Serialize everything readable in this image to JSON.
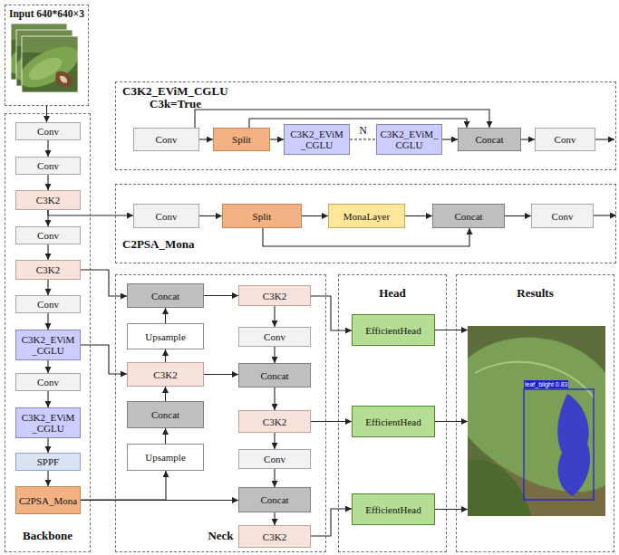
{
  "diagram": {
    "nodes": [
      {
        "text": [
          "Input 640*640×3"
        ]
      },
      {
        "text": [
          "Backbone"
        ]
      },
      {
        "text": [
          "Conv"
        ],
        "in": 1
      },
      {
        "text": [
          "Conv"
        ],
        "in": 1
      },
      {
        "text": [
          "C3K2"
        ],
        "in": 1
      },
      {
        "text": [
          "Conv"
        ],
        "in": 1
      },
      {
        "text": [
          "C3K2"
        ],
        "in": 1
      },
      {
        "text": [
          "Conv"
        ],
        "in": 1
      },
      {
        "text": [
          "C3K2_EViM _CGLU"
        ],
        "in": 1
      },
      {
        "text": [
          "Conv"
        ],
        "in": 1
      },
      {
        "text": [
          "C3K2_EViM _CGLU"
        ],
        "in": 1
      },
      {
        "text": [
          "SPPF"
        ],
        "in": 1
      },
      {
        "text": [
          "C2PSA_Mona"
        ],
        "in": 1
      },
      {
        "text": [
          "C3K2_EViM_CGLU",
          "C3k=True"
        ]
      },
      {
        "text": [
          "Conv"
        ],
        "in": 13
      },
      {
        "text": [
          "Split"
        ],
        "in": 13
      },
      {
        "text": [
          "C3K2_EViM _CGLU"
        ],
        "in": 13
      },
      {
        "text": [
          "C3K2_EViM_ CGLU"
        ],
        "in": 13
      },
      {
        "text": [
          "Concat"
        ],
        "in": 13
      },
      {
        "text": [
          "Conv"
        ],
        "in": 13
      },
      {
        "text": [
          "C2PSA_Mona"
        ]
      },
      {
        "text": [
          "Conv"
        ],
        "in": 20
      },
      {
        "text": [
          "Split"
        ],
        "in": 20
      },
      {
        "text": [
          "MonaLayer"
        ],
        "in": 20
      },
      {
        "text": [
          "Concat"
        ],
        "in": 20
      },
      {
        "text": [
          "Conv"
        ],
        "in": 20
      },
      {
        "text": [
          "Neck"
        ]
      },
      {
        "text": [
          "Concat"
        ],
        "in": 26
      },
      {
        "text": [
          "Upsample"
        ],
        "in": 26
      },
      {
        "text": [
          "C3K2"
        ],
        "in": 26
      },
      {
        "text": [
          "Concat"
        ],
        "in": 26
      },
      {
        "text": [
          "Upsample"
        ],
        "in": 26
      },
      {
        "text": [
          "C3K2"
        ],
        "in": 26
      },
      {
        "text": [
          "Conv"
        ],
        "in": 26
      },
      {
        "text": [
          "Concat"
        ],
        "in": 26
      },
      {
        "text": [
          "C3K2"
        ],
        "in": 26
      },
      {
        "text": [
          "Conv"
        ],
        "in": 26
      },
      {
        "text": [
          "Concat"
        ],
        "in": 26
      },
      {
        "text": [
          "C3K2"
        ],
        "in": 26
      },
      {
        "text": [
          "Head"
        ]
      },
      {
        "text": [
          "EfficientHead"
        ],
        "in": 39
      },
      {
        "text": [
          "EfficientHead"
        ],
        "in": 39
      },
      {
        "text": [
          "EfficientHead"
        ],
        "in": 39
      },
      {
        "text": [
          "Results"
        ]
      },
      {
        "text": [
          "leaf_blight 0.83"
        ],
        "in": 43
      }
    ],
    "edges": [
      {
        "from": 0,
        "to": 2,
        "arrow": "to"
      },
      {
        "from": 2,
        "to": 3,
        "arrow": "to"
      },
      {
        "from": 3,
        "to": 4,
        "arrow": "to"
      },
      {
        "from": 4,
        "to": 5,
        "arrow": "to"
      },
      {
        "from": 5,
        "to": 6,
        "arrow": "to"
      },
      {
        "from": 6,
        "to": 7,
        "arrow": "to"
      },
      {
        "from": 7,
        "to": 8,
        "arrow": "to"
      },
      {
        "from": 8,
        "to": 9,
        "arrow": "to"
      },
      {
        "from": 9,
        "to": 10,
        "arrow": "to"
      },
      {
        "from": 10,
        "to": 11,
        "arrow": "to"
      },
      {
        "from": 11,
        "to": 12,
        "arrow": "to"
      },
      {
        "from": 4,
        "to": 21,
        "arrow": "to"
      },
      {
        "from": 6,
        "to": 27,
        "arrow": "to"
      },
      {
        "from": 8,
        "to": 29,
        "arrow": "to"
      },
      {
        "from": 12,
        "to": 31,
        "arrow": "to"
      },
      {
        "from": 12,
        "to": 37,
        "arrow": "to"
      },
      {
        "from": 31,
        "to": 30,
        "arrow": "to"
      },
      {
        "from": 30,
        "to": 29,
        "arrow": "to"
      },
      {
        "from": 29,
        "to": 28,
        "arrow": "to"
      },
      {
        "from": 28,
        "to": 27,
        "arrow": "to"
      },
      {
        "from": 29,
        "to": 34,
        "arrow": "to"
      },
      {
        "from": 27,
        "to": 32,
        "arrow": "to"
      },
      {
        "from": 32,
        "to": 33,
        "arrow": "to"
      },
      {
        "from": 33,
        "to": 34,
        "arrow": "to"
      },
      {
        "from": 34,
        "to": 35,
        "arrow": "to"
      },
      {
        "from": 35,
        "to": 36,
        "arrow": "to"
      },
      {
        "from": 36,
        "to": 37,
        "arrow": "to"
      },
      {
        "from": 37,
        "to": 38,
        "arrow": "to"
      },
      {
        "from": 32,
        "to": 40,
        "arrow": "to"
      },
      {
        "from": 35,
        "to": 41,
        "arrow": "to"
      },
      {
        "from": 38,
        "to": 42,
        "arrow": "to"
      },
      {
        "from": 40,
        "to": 44,
        "arrow": "to"
      },
      {
        "from": 41,
        "to": 44,
        "arrow": "to"
      },
      {
        "from": 42,
        "to": 44,
        "arrow": "to"
      },
      {
        "from": 14,
        "to": 15,
        "arrow": "to"
      },
      {
        "from": 15,
        "to": 16,
        "arrow": "to"
      },
      {
        "from": 16,
        "to": 17,
        "label": "N",
        "arrow": "none"
      },
      {
        "from": 17,
        "to": 18,
        "arrow": "to"
      },
      {
        "from": 18,
        "to": 19,
        "arrow": "to"
      },
      {
        "from": 14,
        "to": 18,
        "arrow": "to"
      },
      {
        "from": 15,
        "to": 18,
        "arrow": "to"
      },
      {
        "from": 21,
        "to": 22,
        "arrow": "to"
      },
      {
        "from": 22,
        "to": 23,
        "arrow": "to"
      },
      {
        "from": 23,
        "to": 24,
        "arrow": "to"
      },
      {
        "from": 24,
        "to": 25,
        "arrow": "to"
      },
      {
        "from": 22,
        "to": 24,
        "arrow": "to"
      }
    ]
  }
}
